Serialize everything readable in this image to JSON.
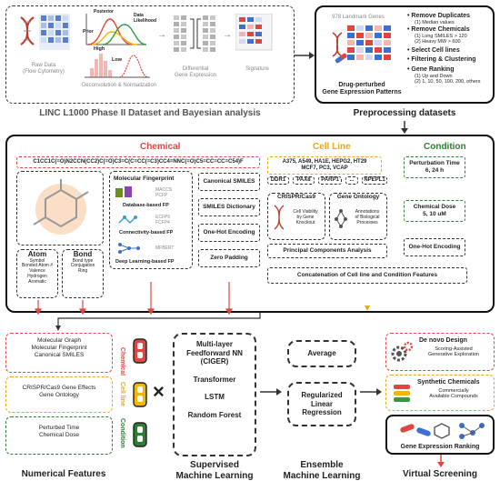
{
  "top_left": {
    "caption": "LINC L1000 Phase II Dataset and Bayesian analysis",
    "raw_data": "Raw Data",
    "raw_data_sub": "(Flow Cytometry)",
    "posterior": "Posterior",
    "data_likelihood": "Data\nLikelihood",
    "prior": "Prior",
    "high": "High",
    "low": "Low",
    "deconv": "Deconvolution & Normalization",
    "diff_expr": "Differential\nGene Expression",
    "signature": "Signature"
  },
  "top_right": {
    "caption": "Preprocessing datasets",
    "landmark": "978 Landmark Genes",
    "drug_patterns": "Drug-perturbed\nGene Expression Patterns",
    "bullets": [
      {
        "title": "Remove Duplicates",
        "sub": "(1) Median values"
      },
      {
        "title": "Remove Chemicals",
        "sub": "(1) Long SMILES > 120\n(2) Heavy MW > 600"
      },
      {
        "title": "Select Cell lines",
        "sub": ""
      },
      {
        "title": "Filtering & Clustering",
        "sub": ""
      },
      {
        "title": "Gene Ranking",
        "sub": "(1) Up and Down\n(2) 1, 10, 50, 100, 200, others"
      }
    ]
  },
  "middle": {
    "chemical_title": "Chemical",
    "cellline_title": "Cell Line",
    "condition_title": "Condition",
    "smiles": "C1CC1C(=O)N2CCN(CC2)C(=O)C3=C(C=CC(=C3)CC4=NNC(=O)C5=CC=CC=C54)F",
    "mol_fp_title": "Molecular Fingerprint",
    "fp_items": [
      "Database-based FP",
      "Connectivity-based FP",
      "Deep Learning-based FP"
    ],
    "fp_subs": [
      "MACCS\nPCFP",
      "ECFP6\nFCFP4",
      "MFBERT"
    ],
    "atom_title": "Atom",
    "atom_sub": "Symbol\nBonded Atom #\nValence\nHydrogen\nAromatic",
    "bond_title": "Bond",
    "bond_sub": "Bond type\nConjugation\nRing",
    "chem_steps": [
      "Canonical SMILES",
      "SMILES Dictionary",
      "One-Hot Encoding",
      "Zero Padding"
    ],
    "cell_lines": "A375, A549, HA1E, HEPG2, HT29\nMCF7, PC3, VCAP",
    "genes": [
      "DDR1",
      "PAX8",
      "PARP1",
      "...",
      "NPEPL1"
    ],
    "crispr_title": "CRISPR/Cas9",
    "crispr_sub": "Cell Viability\nby Gene\nKnockout",
    "go_title": "Gene Ontology",
    "go_sub": "Annotations\nof Biological\nProcesses",
    "pca": "Principal Components Analysis",
    "concat": "Concatenation of Cell line and Condition Features",
    "pert_time": "Perturbation Time\n6, 24 h",
    "chem_dose": "Chemical Dose\n5, 10 uM",
    "cond_onehot": "One-Hot Encoding"
  },
  "bottom": {
    "numerical_caption": "Numerical Features",
    "chem_feats": [
      "Molecular Graph",
      "Molecular Fingerprint",
      "Canonical SMILES"
    ],
    "cell_feats": [
      "CRISPR/Cas9 Gene Effects",
      "Gene Ontology"
    ],
    "cond_feats": [
      "Perturbed Time",
      "Chemical Dose"
    ],
    "side_labels": [
      "Chemical",
      "Cell line",
      "Condition"
    ],
    "times": "×",
    "supervised_caption": "Supervised\nMachine Learning",
    "sml_items": [
      "Multi-layer\nFeedforward NN\n(CIGER)",
      "Transformer",
      "LSTM",
      "Random Forest"
    ],
    "ensemble_caption": "Ensemble\nMachine Learning",
    "ens_items": [
      "Average",
      "Regularized\nLinear\nRegression"
    ],
    "vs_caption": "Virtual Screening",
    "denovo_title": "De novo Design",
    "denovo_sub": "Scoring-Assisted\nGenerative Exploration",
    "synth_title": "Synthetic Chemicals",
    "synth_sub": "Commercially\nAvailable Compounds",
    "ranking": "Gene Expression Ranking"
  },
  "colors": {
    "red": "#e0463f",
    "yellow": "#f2b705",
    "green": "#2e7d32",
    "blue": "#3d6fd1"
  }
}
